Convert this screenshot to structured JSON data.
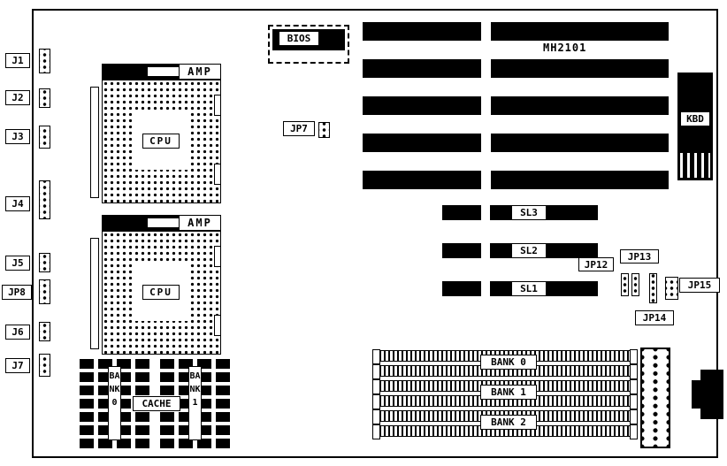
{
  "board": {
    "model": "MH2101"
  },
  "left_connectors": [
    {
      "label": "J1"
    },
    {
      "label": "J2"
    },
    {
      "label": "J3"
    },
    {
      "label": "J4"
    },
    {
      "label": "J5"
    },
    {
      "label": "JP8"
    },
    {
      "label": "J6"
    },
    {
      "label": "J7"
    }
  ],
  "cpu_sockets": [
    {
      "chip": "CPU",
      "brand": "AMP"
    },
    {
      "chip": "CPU",
      "brand": "AMP"
    }
  ],
  "bios": {
    "label": "BIOS"
  },
  "keyboard": {
    "label": "KBD"
  },
  "jumpers": {
    "jp7": {
      "label": "JP7"
    },
    "jp12": {
      "label": "JP12"
    },
    "jp13": {
      "label": "JP13"
    },
    "jp14": {
      "label": "JP14"
    },
    "jp15": {
      "label": "JP15"
    }
  },
  "slots": {
    "sl1": {
      "label": "SL1"
    },
    "sl2": {
      "label": "SL2"
    },
    "sl3": {
      "label": "SL3"
    }
  },
  "memory_banks": [
    {
      "label": "BANK 0"
    },
    {
      "label": "BANK 1"
    },
    {
      "label": "BANK 2"
    }
  ],
  "cache": {
    "label": "CACHE",
    "bank0": "BANK0",
    "bank1": "BANK1"
  }
}
